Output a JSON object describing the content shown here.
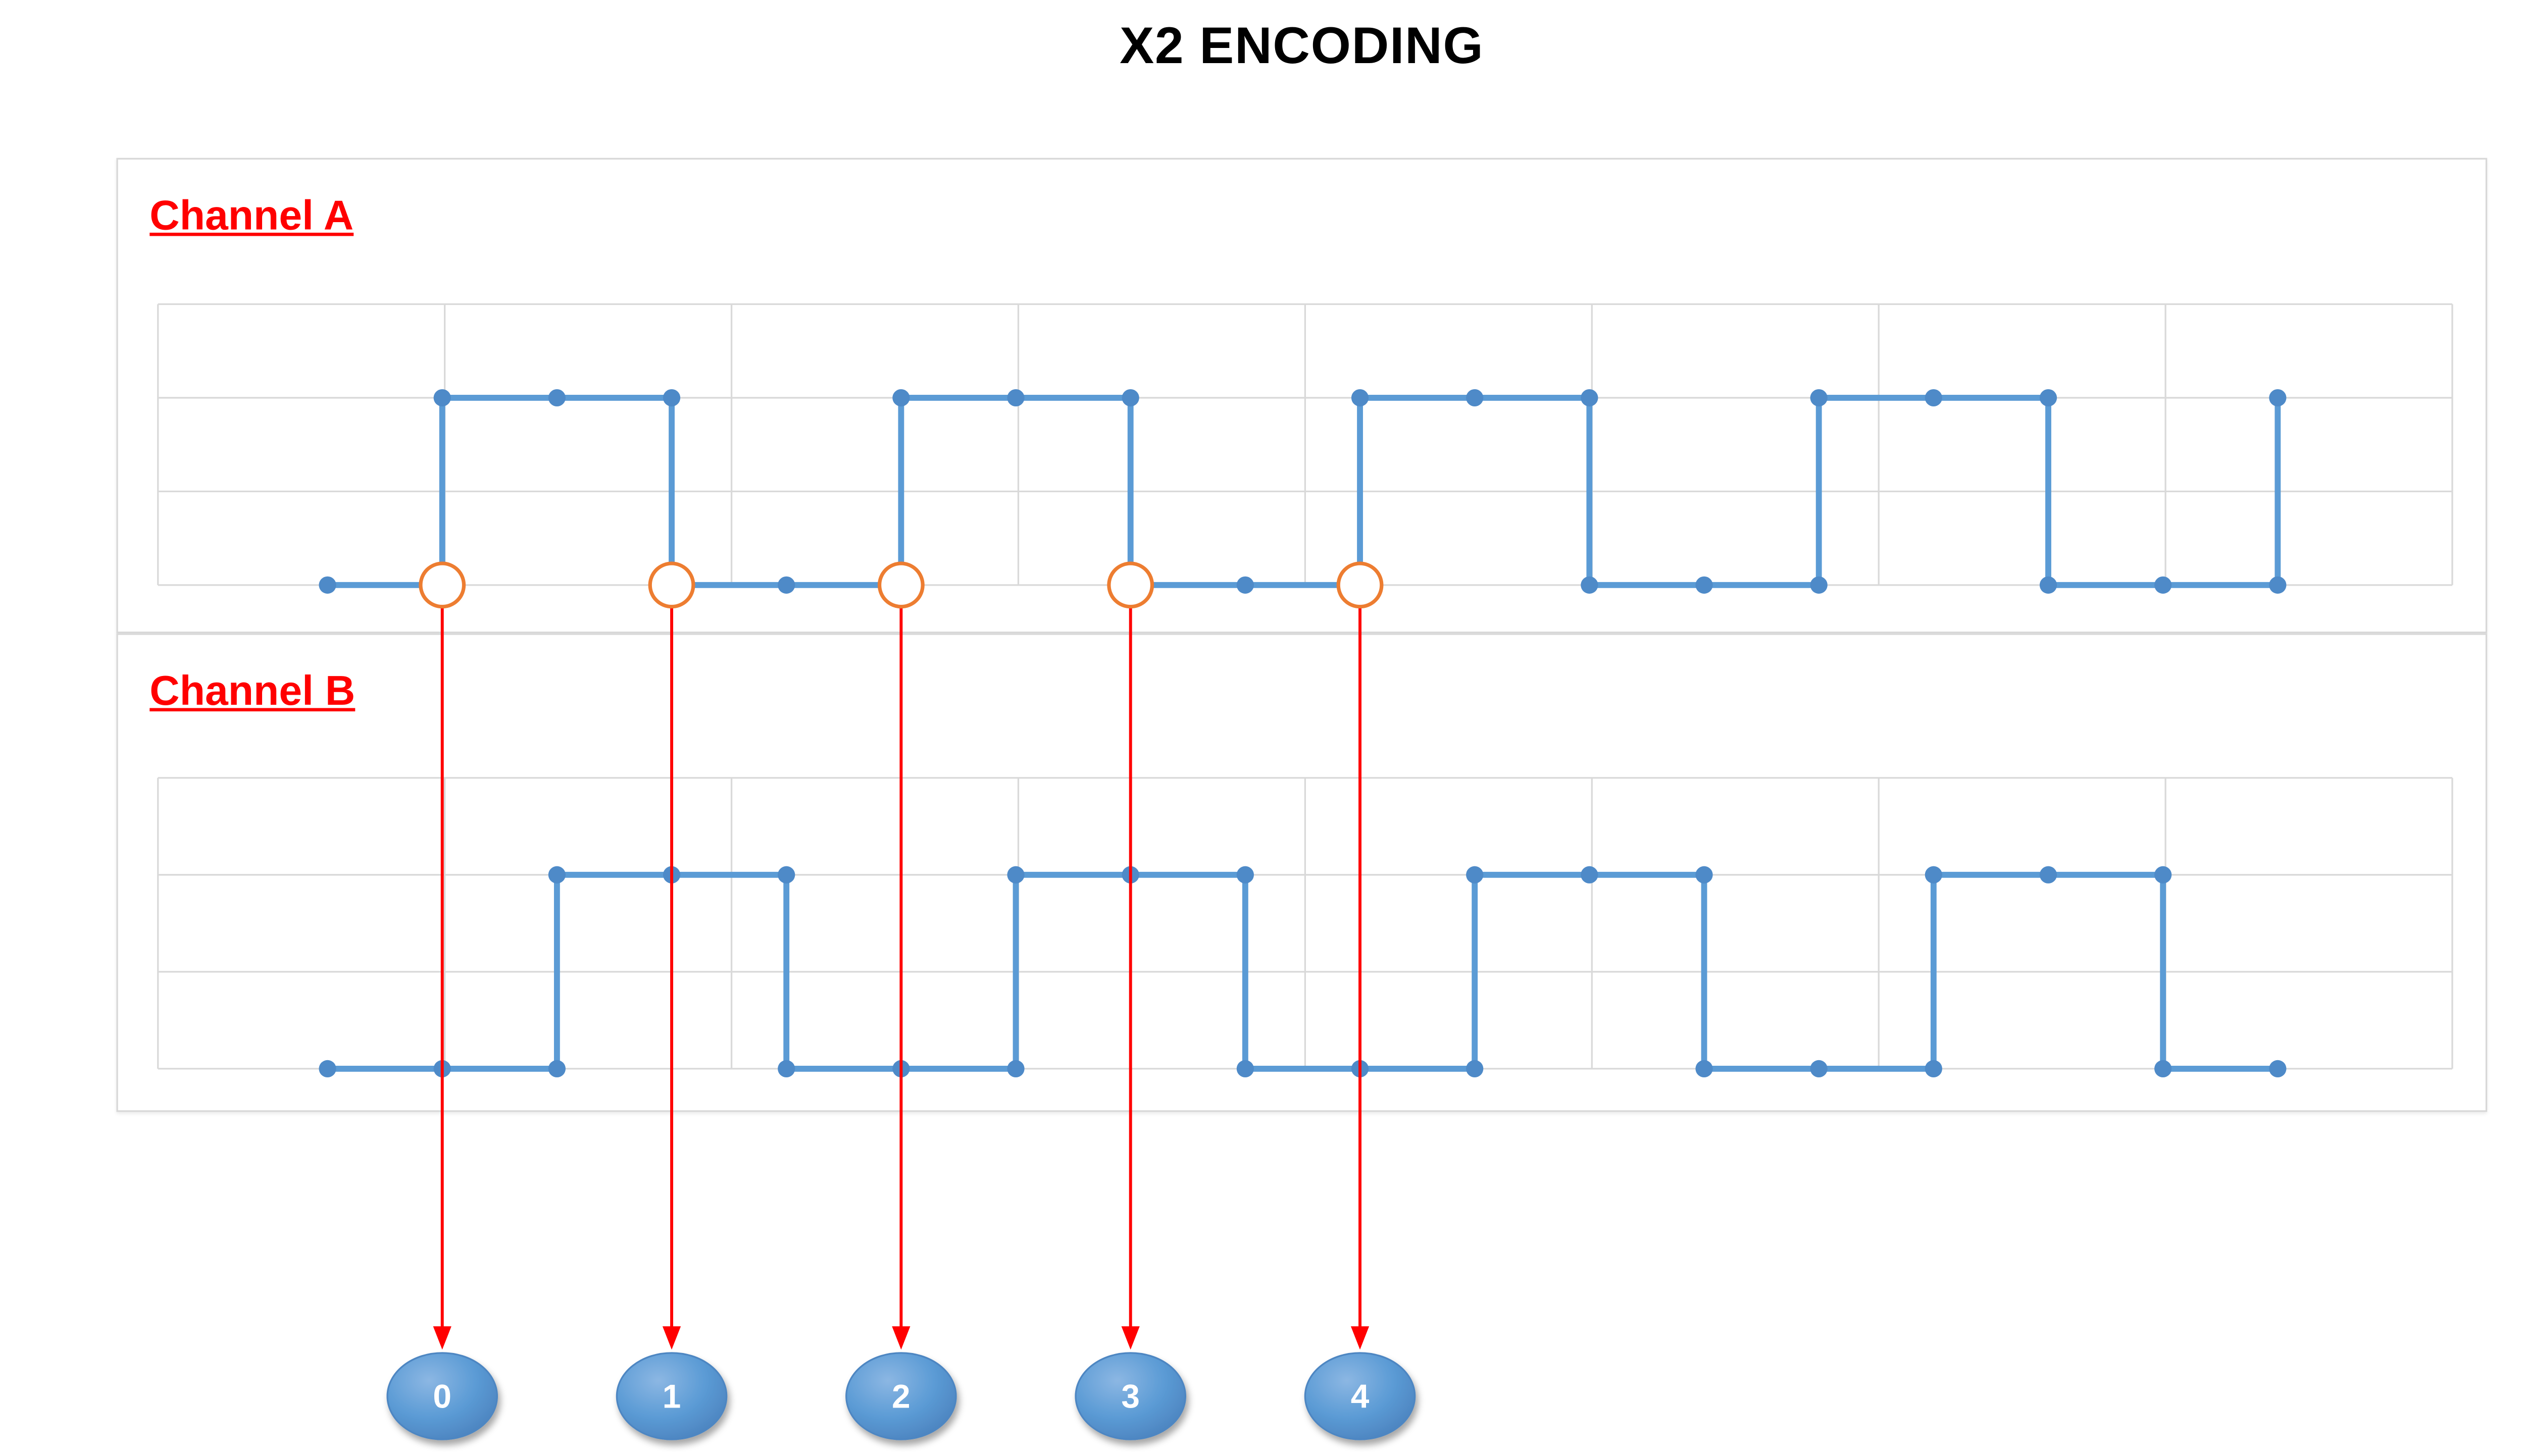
{
  "title": "X2 ENCODING",
  "panels": [
    {
      "label": "Channel A"
    },
    {
      "label": "Channel B"
    }
  ],
  "colors": {
    "signal_blue": "#5B9BD5",
    "marker_blue": "#4E8AC8",
    "grid_gray": "#D9D9D9",
    "panel_border": "#D8D8D8",
    "label_red": "#FF0000",
    "arrow_red": "#FF0000",
    "event_orange": "#ED7D31",
    "badge_blue": "#5B9BD5",
    "badge_rim": "#4E86C2",
    "badge_text": "#FFFFFF",
    "title_black": "#000000",
    "background": "#FFFFFF"
  },
  "chart_data": [
    {
      "type": "line",
      "name": "Channel A",
      "title": "",
      "xlabel": "",
      "ylabel": "",
      "x_unit": "time step (half-period samples)",
      "levels": {
        "low": 0,
        "high": 1
      },
      "ylim": [
        0,
        1
      ],
      "xlim": [
        0,
        17
      ],
      "grid": {
        "columns": 8,
        "rows": 3,
        "gridlines_on": true
      },
      "markers": true,
      "points": [
        [
          0,
          0
        ],
        [
          1,
          0
        ],
        [
          1,
          1
        ],
        [
          2,
          1
        ],
        [
          3,
          1
        ],
        [
          3,
          0
        ],
        [
          4,
          0
        ],
        [
          5,
          0
        ],
        [
          5,
          1
        ],
        [
          6,
          1
        ],
        [
          7,
          1
        ],
        [
          7,
          0
        ],
        [
          8,
          0
        ],
        [
          9,
          0
        ],
        [
          9,
          1
        ],
        [
          10,
          1
        ],
        [
          11,
          1
        ],
        [
          11,
          0
        ],
        [
          12,
          0
        ],
        [
          13,
          0
        ],
        [
          13,
          1
        ],
        [
          14,
          1
        ],
        [
          15,
          1
        ],
        [
          15,
          0
        ],
        [
          16,
          0
        ],
        [
          17,
          0
        ],
        [
          17,
          1
        ]
      ]
    },
    {
      "type": "line",
      "name": "Channel B",
      "title": "",
      "xlabel": "",
      "ylabel": "",
      "x_unit": "time step (half-period samples)",
      "levels": {
        "low": 0,
        "high": 1
      },
      "ylim": [
        0,
        1
      ],
      "xlim": [
        0,
        17
      ],
      "grid": {
        "columns": 8,
        "rows": 3,
        "gridlines_on": true
      },
      "markers": true,
      "points": [
        [
          0,
          0
        ],
        [
          1,
          0
        ],
        [
          2,
          0
        ],
        [
          2,
          1
        ],
        [
          3,
          1
        ],
        [
          4,
          1
        ],
        [
          4,
          0
        ],
        [
          5,
          0
        ],
        [
          6,
          0
        ],
        [
          6,
          1
        ],
        [
          7,
          1
        ],
        [
          8,
          1
        ],
        [
          8,
          0
        ],
        [
          9,
          0
        ],
        [
          10,
          0
        ],
        [
          10,
          1
        ],
        [
          11,
          1
        ],
        [
          12,
          1
        ],
        [
          12,
          0
        ],
        [
          13,
          0
        ],
        [
          14,
          0
        ],
        [
          14,
          1
        ],
        [
          15,
          1
        ],
        [
          16,
          1
        ],
        [
          16,
          0
        ],
        [
          17,
          0
        ]
      ]
    }
  ],
  "count_events": [
    {
      "label": "0",
      "x": 1
    },
    {
      "label": "1",
      "x": 3
    },
    {
      "label": "2",
      "x": 5
    },
    {
      "label": "3",
      "x": 7
    },
    {
      "label": "4",
      "x": 9
    }
  ]
}
